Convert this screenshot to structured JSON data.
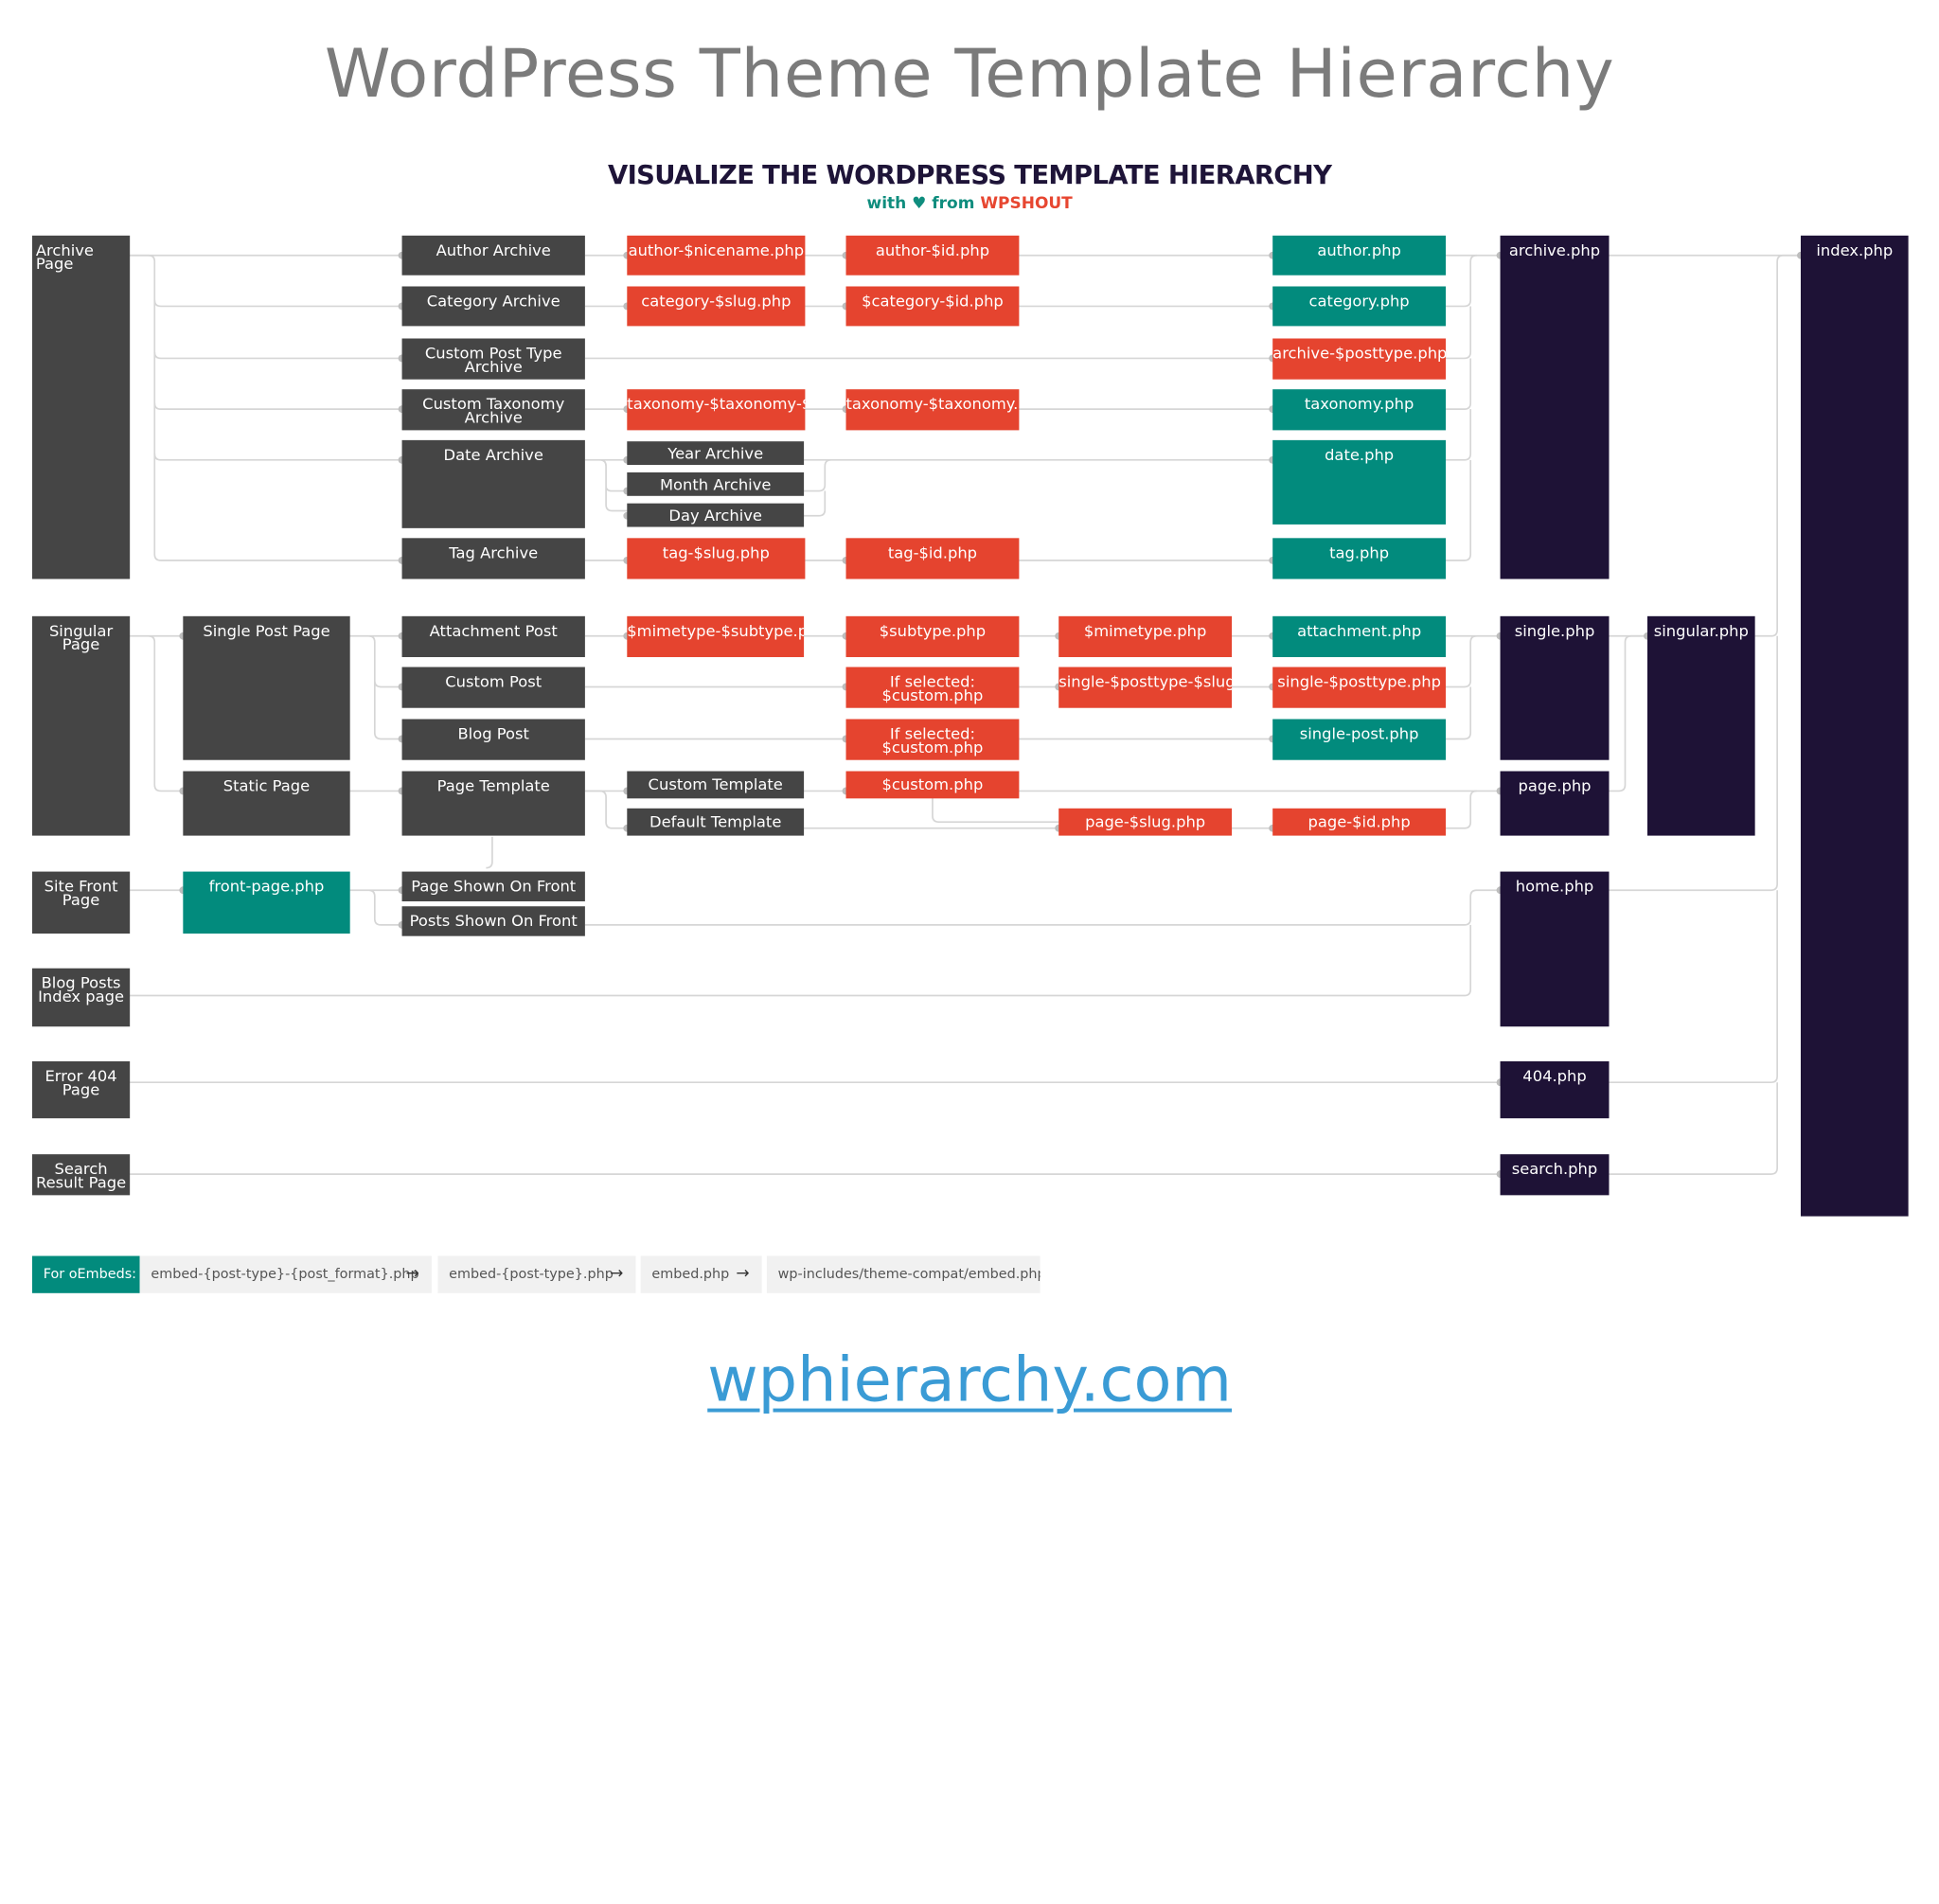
{
  "header": {
    "title": "WordPress Theme Template Hierarchy",
    "subtitle": "VISUALIZE THE WORDPRESS TEMPLATE HIERARCHY",
    "tagline_prefix": "with ♥ from",
    "tagline_brand": "WPSHOUT"
  },
  "colors": {
    "page_type": "#454545",
    "variable_template": "#e5442f",
    "standard_template": "#028b7d",
    "fallback_template": "#1e1236",
    "connector": "#d6d6d6",
    "link": "#3a9bd5"
  },
  "nodes": {
    "archive_page": "Archive Page",
    "author_archive": "Author Archive",
    "author_nicename": "author-$nicename.php",
    "author_id": "author-$id.php",
    "author_php": "author.php",
    "archive_php": "archive.php",
    "index_php": "index.php",
    "category_archive": "Category Archive",
    "category_slug": "category-$slug.php",
    "category_id": "$category-$id.php",
    "category_php": "category.php",
    "cpt_archive": "Custom Post Type Archive",
    "archive_posttype": "archive-$posttype.php",
    "tax_archive": "Custom Taxonomy Archive",
    "tax_term": "taxonomy-$taxonomy-$term.php",
    "tax_tax": "taxonomy-$taxonomy.php",
    "taxonomy_php": "taxonomy.php",
    "date_archive": "Date Archive",
    "year_archive": "Year Archive",
    "month_archive": "Month Archive",
    "day_archive": "Day Archive",
    "date_php": "date.php",
    "tag_archive": "Tag Archive",
    "tag_slug": "tag-$slug.php",
    "tag_id": "tag-$id.php",
    "tag_php": "tag.php",
    "singular_page": "Singular Page",
    "single_post_page": "Single Post Page",
    "attachment_post": "Attachment Post",
    "mimetype_subtype": "$mimetype-$subtype.php",
    "subtype_php": "$subtype.php",
    "mimetype_php": "$mimetype.php",
    "attachment_php": "attachment.php",
    "single_php": "single.php",
    "singular_php": "singular.php",
    "custom_post": "Custom Post",
    "if_selected_1": "If selected: $custom.php",
    "single_posttype_slug": "single-$posttype-$slug.php",
    "single_posttype": "single-$posttype.php",
    "blog_post": "Blog Post",
    "if_selected_2": "If selected: $custom.php",
    "single_post_php": "single-post.php",
    "static_page": "Static Page",
    "page_template": "Page Template",
    "custom_template": "Custom Template",
    "custom_php": "$custom.php",
    "page_php": "page.php",
    "default_template": "Default Template",
    "page_slug": "page-$slug.php",
    "page_id": "page-$id.php",
    "site_front_page": "Site Front Page",
    "front_page_php": "front-page.php",
    "page_on_front": "Page Shown On Front",
    "posts_on_front": "Posts Shown On Front",
    "home_php": "home.php",
    "blog_posts_index": "Blog Posts Index page",
    "error_404_page": "Error 404 Page",
    "php_404": "404.php",
    "search_result_page": "Search Result Page",
    "search_php": "search.php"
  },
  "embeds": {
    "label": "For oEmbeds:",
    "items": [
      "embed-{post-type}-{post_format}.php",
      "embed-{post-type}.php",
      "embed.php",
      "wp-includes/theme-compat/embed.php"
    ],
    "arrow": "→"
  },
  "footer": {
    "url": "wphierarchy.com"
  }
}
